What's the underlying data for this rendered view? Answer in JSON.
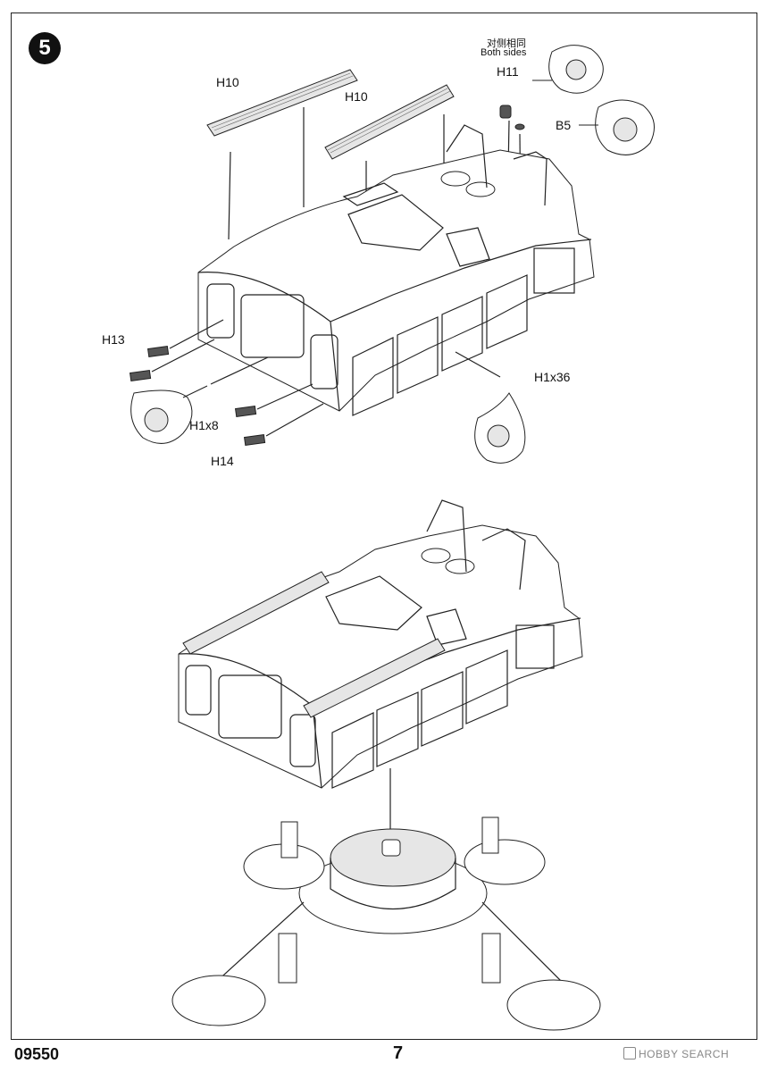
{
  "step": {
    "number": "5"
  },
  "labels": {
    "h10_left": "H10",
    "h10_right": "H10",
    "both_sides_cn": "对侧相同",
    "both_sides_en": "Both sides",
    "h11": "H11",
    "b5": "B5",
    "h13": "H13",
    "h1x8": "H1x8",
    "h14": "H14",
    "h1x36": "H1x36"
  },
  "footer": {
    "product_code": "09550",
    "page_number": "7",
    "watermark": "HOBBY SEARCH"
  },
  "icons": [
    "step-number-badge",
    "parts-callout-bubble",
    "arrow-pointer"
  ]
}
